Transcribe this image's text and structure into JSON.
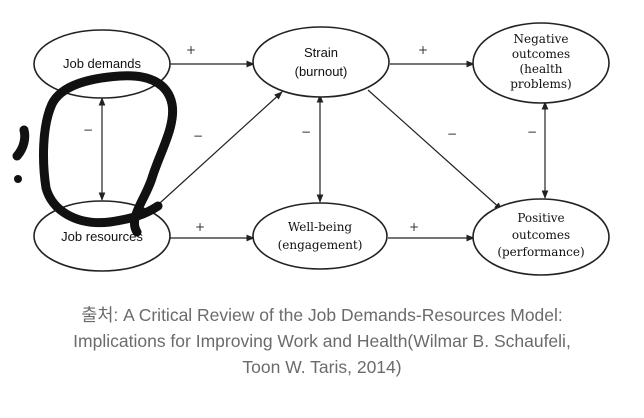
{
  "diagram": {
    "nodes": {
      "job_demands": "Job demands",
      "job_resources": "Job resources",
      "strain": [
        "Strain",
        "(burnout)"
      ],
      "well_being": [
        "Well-being",
        "(engagement)"
      ],
      "negative_outcomes": [
        "Negative",
        "outcomes",
        "(health",
        "problems)"
      ],
      "positive_outcomes": [
        "Positive",
        "outcomes",
        "(performance)"
      ]
    },
    "signs": {
      "demands_to_strain": "+",
      "strain_to_negative": "+",
      "demands_resources": "−",
      "resources_to_strain": "−",
      "strain_wellbeing": "−",
      "strain_to_positive": "−",
      "negative_positive": "−",
      "resources_to_wellbeing": "+",
      "wellbeing_to_positive": "+"
    },
    "colors": {
      "line": "#222222",
      "caption": "#6b6b6b",
      "scribble": "#111111"
    }
  },
  "caption": {
    "lines": [
      "출처: A Critical Review of the Job Demands-Resources Model:",
      "Implications for Improving Work and Health(Wilmar B. Schaufeli,",
      "Toon W. Taris, 2014)"
    ]
  }
}
